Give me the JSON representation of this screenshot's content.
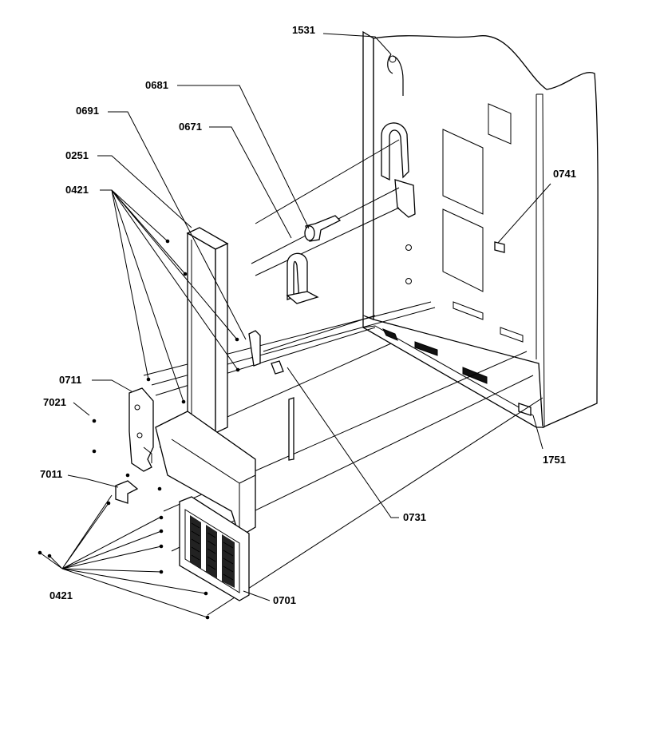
{
  "callouts": {
    "c1531": "1531",
    "c0681": "0681",
    "c0691": "0691",
    "c0671": "0671",
    "c0251": "0251",
    "c0421_top": "0421",
    "c0741": "0741",
    "c0711": "0711",
    "c7021": "7021",
    "c7011": "7011",
    "c0731": "0731",
    "c1751": "1751",
    "c0421_bottom": "0421",
    "c0701": "0701"
  },
  "colors": {
    "line": "#000000",
    "background": "#ffffff"
  }
}
